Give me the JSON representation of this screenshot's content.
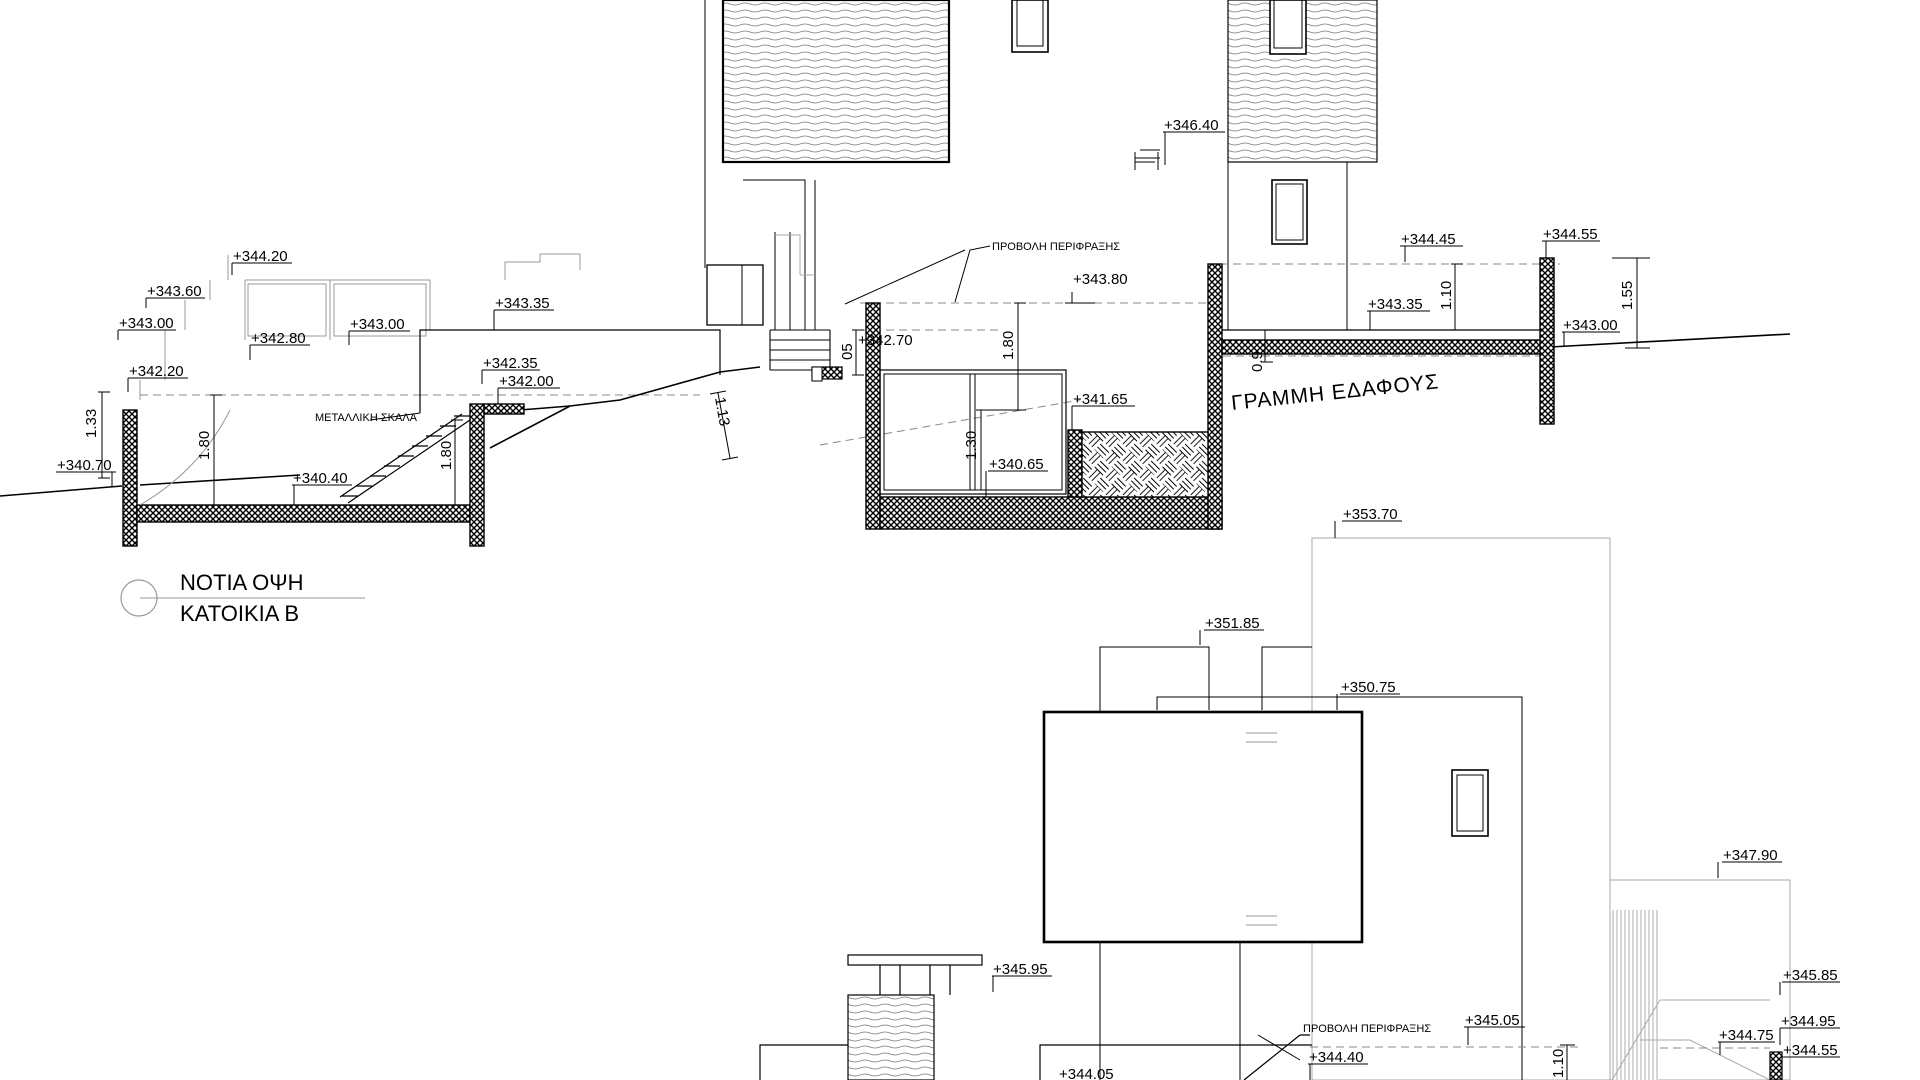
{
  "title": {
    "line1": "ΝΟΤΙΑ ΟΨΗ",
    "line2": "ΚΑΤΟΙΚΙΑ Β"
  },
  "labels": {
    "fence_projection_1": "ΠΡΟΒΟΛΗ ΠΕΡΙΦΡΑΞΗΣ",
    "fence_projection_2": "ΠΡΟΒΟΛΗ ΠΕΡΙΦΡΑΞΗΣ",
    "metal_stair": "ΜΕΤΑΛΛΙΚΗ ΣΚΑΛΑ",
    "ground_line": "ΓΡΑΜΜΗ   ΕΔΑΦΟΥΣ"
  },
  "levels_upper": [
    "+344.20",
    "+343.60",
    "+343.00",
    "+342.80",
    "+343.00",
    "+343.35",
    "+342.20",
    "+342.35",
    "+342.00",
    "+340.70",
    "+340.40",
    "+342.70",
    "+343.80",
    "+341.65",
    "+340.65",
    "+346.40",
    "+344.45",
    "+344.55",
    "+343.35",
    "+343.00"
  ],
  "levels_lower": [
    "+353.70",
    "+351.85",
    "+350.75",
    "+347.90",
    "+345.95",
    "+345.85",
    "+345.05",
    "+344.95",
    "+344.75",
    "+344.55",
    "+344.40",
    "+344.05"
  ],
  "dimensions": {
    "d_1_33": "1.33",
    "d_1_80_a": "1.80",
    "d_1_80_b": "1.80",
    "d_1_13": "1.13",
    "d_0_05": "05",
    "d_1_80_c": "1.80",
    "d_1_30": "1.30",
    "d_0_9": "0.9",
    "d_1_10": "1.10",
    "d_1_55": "1.55",
    "d_1_10_b": "1.10"
  }
}
